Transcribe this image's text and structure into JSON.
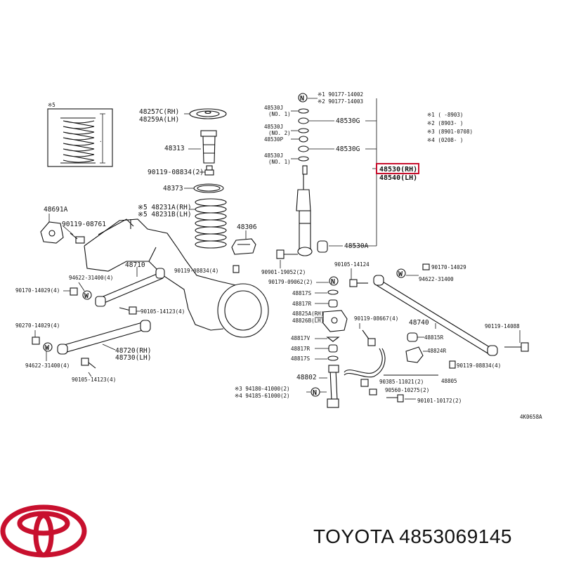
{
  "highlight_color": "#c8102e",
  "brand": {
    "text": "TOYOTA 4853069145",
    "logo": "toyota-emblem"
  },
  "inset": {
    "mark": "※5"
  },
  "notes": {
    "n1": "※1  (        -8903)",
    "n2": "※2  (8903-        )",
    "n3": "※3  (8901-0708)",
    "n4": "※4  (0208-        )"
  },
  "labels": {
    "p48257C": "48257C(RH)",
    "p48259A": "48259A(LH)",
    "p48313": "48313",
    "p90119_08834_2": "90119-08834(2)",
    "p48373": "48373",
    "p48231A": "※5 48231A(RH)",
    "p48231B": "※5 48231B(LH)",
    "p48691A": "48691A",
    "p90119_08761": "90119-08761",
    "p48306": "48306",
    "p48530J_1": "48530J",
    "p48530J_1n": "(NO. 1)",
    "p48530J_2": "48530J",
    "p48530J_2n": "(NO. 2)",
    "p48530P": "48530P",
    "p48530J_3": "48530J",
    "p48530J_3n": "(NO. 1)",
    "pN1": "N",
    "p90177_14002": "※1 90177-14002",
    "p90177_14003": "※2 90177-14003",
    "p48530G_a": "48530G",
    "p48530G_b": "48530G",
    "p48530RH": "48530(RH)",
    "p48540LH": "48540(LH)",
    "p48530A": "48530A",
    "p48710": "48710",
    "p94622_31400_4a": "94622-31400(4)",
    "p90170_14029_4a": "90170-14029(4)",
    "p90105_14123_4a": "90105-14123(4)",
    "p90119_08834_4a": "90119-08834(4)",
    "p90901_19052": "90901-19052(2)",
    "p90105_14124": "90105-14124",
    "p90179_09062": "90179-09062(2)",
    "pN2": "N",
    "p48817S": "48817S",
    "p48817R_a": "48817R",
    "p48825A": "48825A(RH)",
    "p48826B": "48826B(LH)",
    "p90119_08667": "90119-08667(4)",
    "p48740": "48740",
    "p48817V": "48817V",
    "p48817R_b": "48817R",
    "p48817S_b": "48817S",
    "p48815R": "48815R",
    "p48824R": "48824R",
    "p90170_14029_r": "90170-14029",
    "p94622_31400_r": "94622-31400",
    "p90119_14088": "90119-14088",
    "p90119_08834_4b": "90119-08834(4)",
    "p90270_14029": "90270-14029(4)",
    "p94622_31400_4b": "94622-31400(4)",
    "p48720": "48720(RH)",
    "p48730": "48730(LH)",
    "p90105_14123_4b": "90105-14123(4)",
    "p48802": "48802",
    "p48805": "48805",
    "p90385_11021": "90385-11021(2)",
    "p90560_10275": "90560-10275(2)",
    "p90101_10172": "90101-10172(2)",
    "p94180": "※3 94180-41000(2)",
    "p94185": "※4 94185-61000(2)",
    "pN3": "N",
    "pW1": "W",
    "pW2": "W",
    "pW3": "W",
    "pcode": "4K0658A"
  }
}
